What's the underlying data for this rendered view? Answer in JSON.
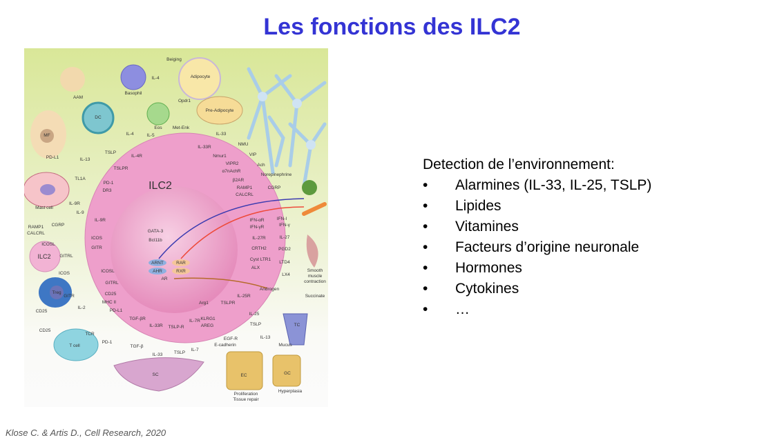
{
  "slide": {
    "title": "Les fonctions des ILC2",
    "citation": "Klose C. & Artis D., Cell Research, 2020"
  },
  "list": {
    "heading": "Detection de l’environnement:",
    "bullet": "•",
    "items": [
      "Alarmines (IL-33, IL-25, TSLP)",
      "Lipides",
      "Vitamines",
      "Facteurs d’origine neuronale",
      "Hormones",
      "Cytokines",
      "…"
    ]
  },
  "figure": {
    "main_cell": "ILC2",
    "colors": {
      "background_top": "#dbe89a",
      "cell": "#ec9ec8",
      "nucleus": "#e27bb3",
      "title": "#3434d4"
    },
    "labels": [
      "Beiging",
      "IL-4",
      "Adipocyte",
      "Basophil",
      "AAM",
      "Opdr1",
      "Pre-Adipocyte",
      "DC",
      "MF",
      "Eos",
      "Met-Enk",
      "IL-4",
      "IL-5",
      "IL-33",
      "IL-33R",
      "NMU",
      "Nmur1",
      "VIP",
      "PD-L1",
      "IL-13",
      "TSLP",
      "IL-4R",
      "VIPR2",
      "Ach",
      "α7nAchR",
      "TSLPR",
      "TL1A",
      "Norepinephrine",
      "β2AR",
      "PD-1",
      "DR3",
      "RAMP1",
      "CALCRL",
      "CGRP",
      "IL-9R",
      "Mast cell",
      "IL-9",
      "IL-9R",
      "IFN-αR",
      "IFN-I",
      "RAMP1",
      "CGRP",
      "CALCRL",
      "IFN-γR",
      "IFN-γ",
      "GATA-3",
      "Bcl11b",
      "ICOS",
      "IL-27R",
      "IL-27",
      "ICOSL",
      "GITR",
      "CRTH2",
      "PGD2",
      "ILC2",
      "GITRL",
      "Cyst LTR1",
      "LTD4",
      "ARNT",
      "RAR",
      "AHR",
      "RXR",
      "ALX",
      "LX4",
      "ICOS",
      "Smooth",
      "muscle",
      "contraction",
      "ICOSL",
      "Treg",
      "AR",
      "GITRL",
      "Androgen",
      "CD25",
      "GITR",
      "Succinate",
      "IL-25R",
      "Arg1",
      "TSLPR",
      "MHC II",
      "IL-2",
      "CD25",
      "PD-L1",
      "IL-25",
      "TSLP",
      "TGF-βR",
      "IL-7R",
      "KLRG1",
      "IL-33R",
      "TSLP-R",
      "AREG",
      "TC",
      "CD25",
      "TCR",
      "IL-13",
      "EGF-R",
      "PD-1",
      "TGF-β",
      "E-cadherin",
      "Mucus",
      "T cell",
      "IL-33",
      "TSLP",
      "IL-7",
      "SC",
      "EC",
      "GC",
      "Proliferation",
      "Tissue repair",
      "Hyperplasia"
    ]
  }
}
